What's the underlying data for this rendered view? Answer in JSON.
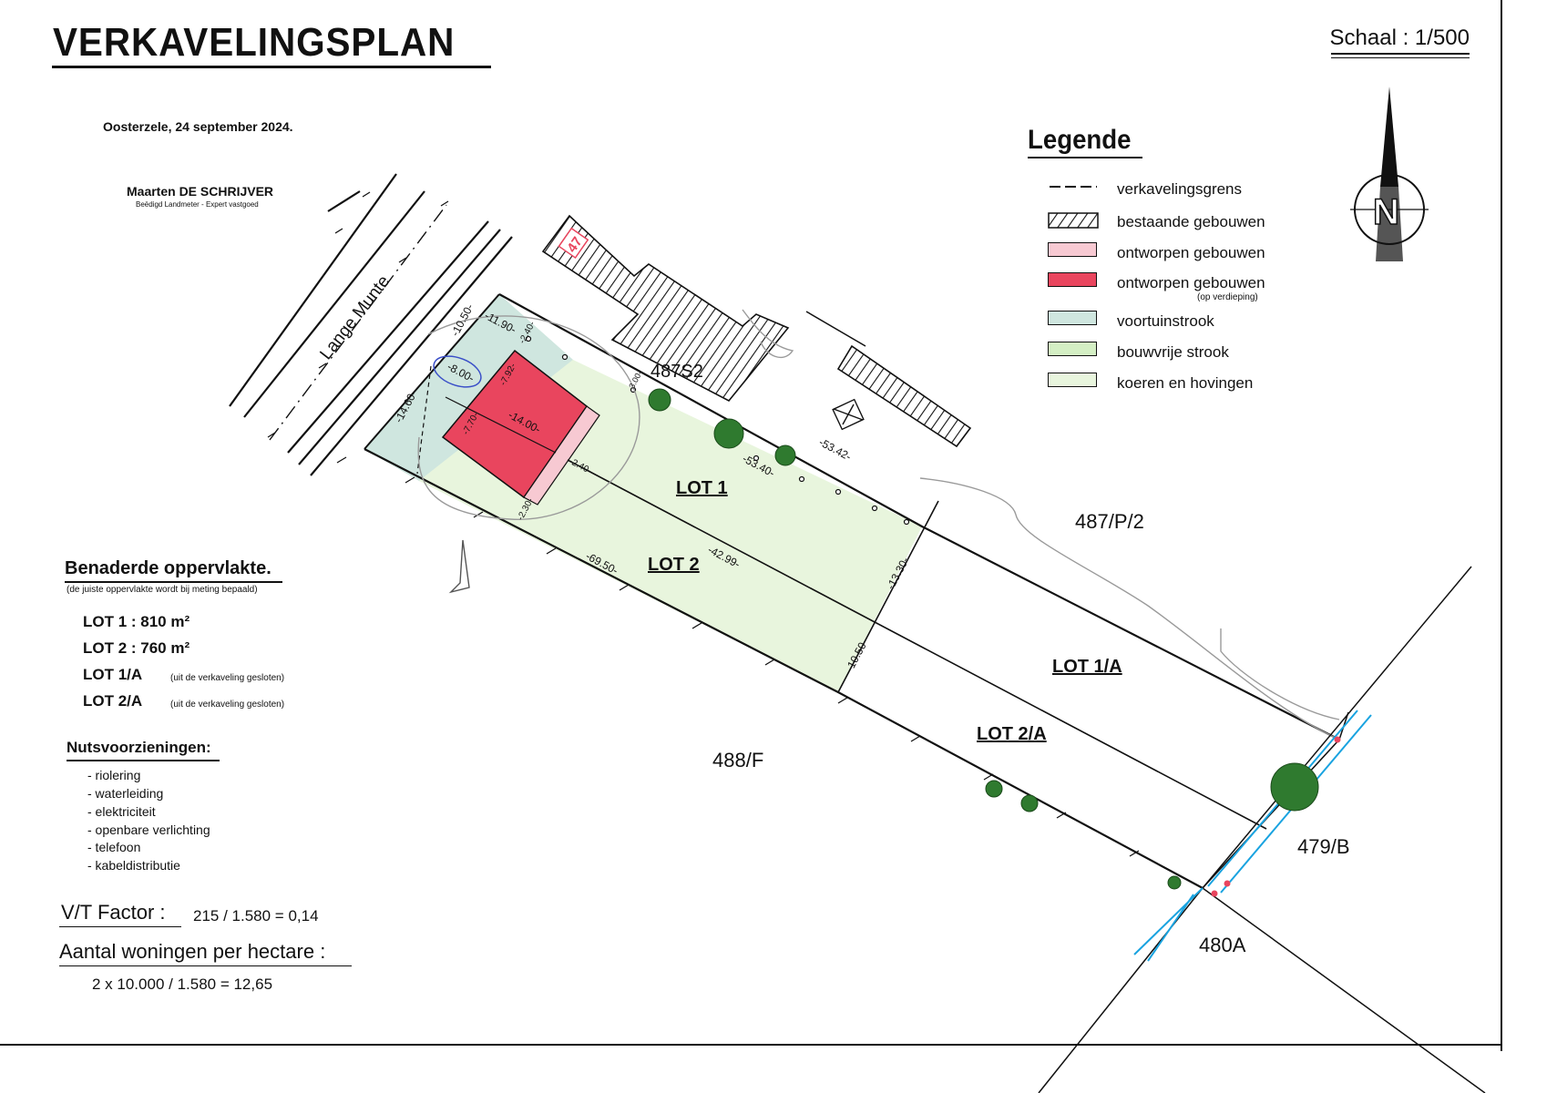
{
  "title": "VERKAVELINGSPLAN",
  "scale": "Schaal : 1/500",
  "date_line": "Oosterzele, 24 september 2024.",
  "surveyor": {
    "name": "Maarten DE SCHRIJVER",
    "subtitle": "Beëdigd Landmeter - Expert vastgoed"
  },
  "legend": {
    "title": "Legende",
    "items": [
      {
        "label": "verkavelingsgrens",
        "sub": ""
      },
      {
        "label": "bestaande gebouwen",
        "sub": ""
      },
      {
        "label": "ontworpen gebouwen",
        "sub": ""
      },
      {
        "label": "ontworpen gebouwen",
        "sub": "(op verdieping)"
      },
      {
        "label": "voortuinstrook",
        "sub": ""
      },
      {
        "label": "bouwvrije strook",
        "sub": ""
      },
      {
        "label": "koeren en hovingen",
        "sub": ""
      }
    ]
  },
  "colors": {
    "voortuinstrook": "#cfe6df",
    "bouwvrije_strook": "#d4efc4",
    "koeren_en_hovingen": "#e8f5dd",
    "ontworpen_gebouwen": "#f7c9d2",
    "ontworpen_gebouwen_verdieping": "#e9455e",
    "water": "#19a3e0",
    "tree": "#2f7a2f"
  },
  "area": {
    "title": "Benaderde oppervlakte.",
    "note": "(de juiste oppervlakte wordt bij meting bepaald)",
    "lots": [
      {
        "label": "LOT 1 : 810 m²",
        "note": ""
      },
      {
        "label": "LOT 2 : 760 m²",
        "note": ""
      },
      {
        "label": "LOT 1/A",
        "note": "(uit de verkaveling gesloten)"
      },
      {
        "label": "LOT 2/A",
        "note": "(uit de verkaveling gesloten)"
      }
    ]
  },
  "utilities": {
    "title": "Nutsvoorzieningen:",
    "items": [
      "- riolering",
      "- waterleiding",
      "- elektriciteit",
      "- openbare verlichting",
      "- telefoon",
      "- kabeldistributie"
    ]
  },
  "vt_factor": {
    "label": "V/T Factor  :",
    "value": "215  / 1.580 = 0,14"
  },
  "density": {
    "label": "Aantal woningen per hectare :",
    "value": "2 x 10.000 / 1.580 = 12,65"
  },
  "map": {
    "street": "Lange Munte",
    "house_number": "47",
    "north": "N",
    "parcels": [
      "487S2",
      "487/P/2",
      "488/F",
      "479/B",
      "480A"
    ],
    "lots": [
      "LOT 1",
      "LOT 2",
      "LOT 1/A",
      "LOT 2/A"
    ],
    "dimensions": [
      "-10.50-",
      "-11.90-",
      "-8.00-",
      "-14.60-",
      "-7.92-",
      "-7.70-",
      "-14.00-",
      "-2.40-",
      "-2.40-",
      "-3.00-",
      "-2.30-",
      "-53.40-",
      "-53.42-",
      "-69.50-",
      "-42.99-",
      "-13.30-",
      "-10.50-"
    ]
  }
}
